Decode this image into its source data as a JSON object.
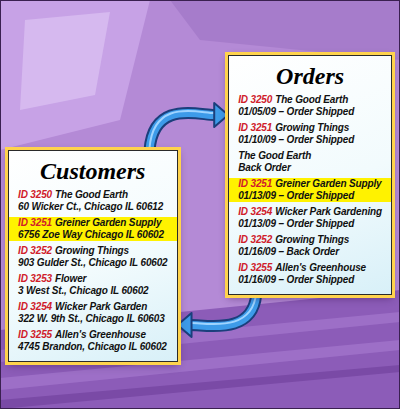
{
  "diagram": {
    "nodes": [
      {
        "text": [
          "Customers",
          "ID 3250",
          "The Good Earth",
          "60 Wicker Ct., Chicago IL 60612",
          "ID 3251",
          "Greiner Garden Supply",
          "6756 Zoe Way Chicago IL 60602",
          "ID 3252",
          "Growing Things",
          "903 Gulder St., Chicago IL 60602",
          "ID 3253",
          "Flower",
          "3 West St., Chicago IL 60602",
          "ID 3254",
          "Wicker Park Garden",
          "322 W. 9th St., Chicago IL 60603",
          "ID 3255",
          "Allen's Greenhouse",
          "4745 Brandon, Chicago IL 60602"
        ]
      },
      {
        "text": [
          "Orders",
          "ID 3250",
          "The Good Earth",
          "01/05/09 – Order Shipped",
          "ID 3251",
          "Growing Things",
          "01/10/09 – Order Shipped",
          "The Good Earth",
          "Back Order",
          "ID 3251",
          "Greiner Garden Supply",
          "01/13/09 – Order Shipped",
          "ID 3254",
          "Wicker Park Gardening",
          "01/13/09 – Order Shipped",
          "ID 3252",
          "Growing Things",
          "01/16/09 – Back Order",
          "ID 3255",
          "Allen's Greenhouse",
          "01/16/09 – Order Shipped"
        ]
      }
    ],
    "edges": [
      {
        "from": 0,
        "to": 1,
        "arrow": "to"
      },
      {
        "from": 1,
        "to": 0,
        "arrow": "to"
      }
    ]
  }
}
